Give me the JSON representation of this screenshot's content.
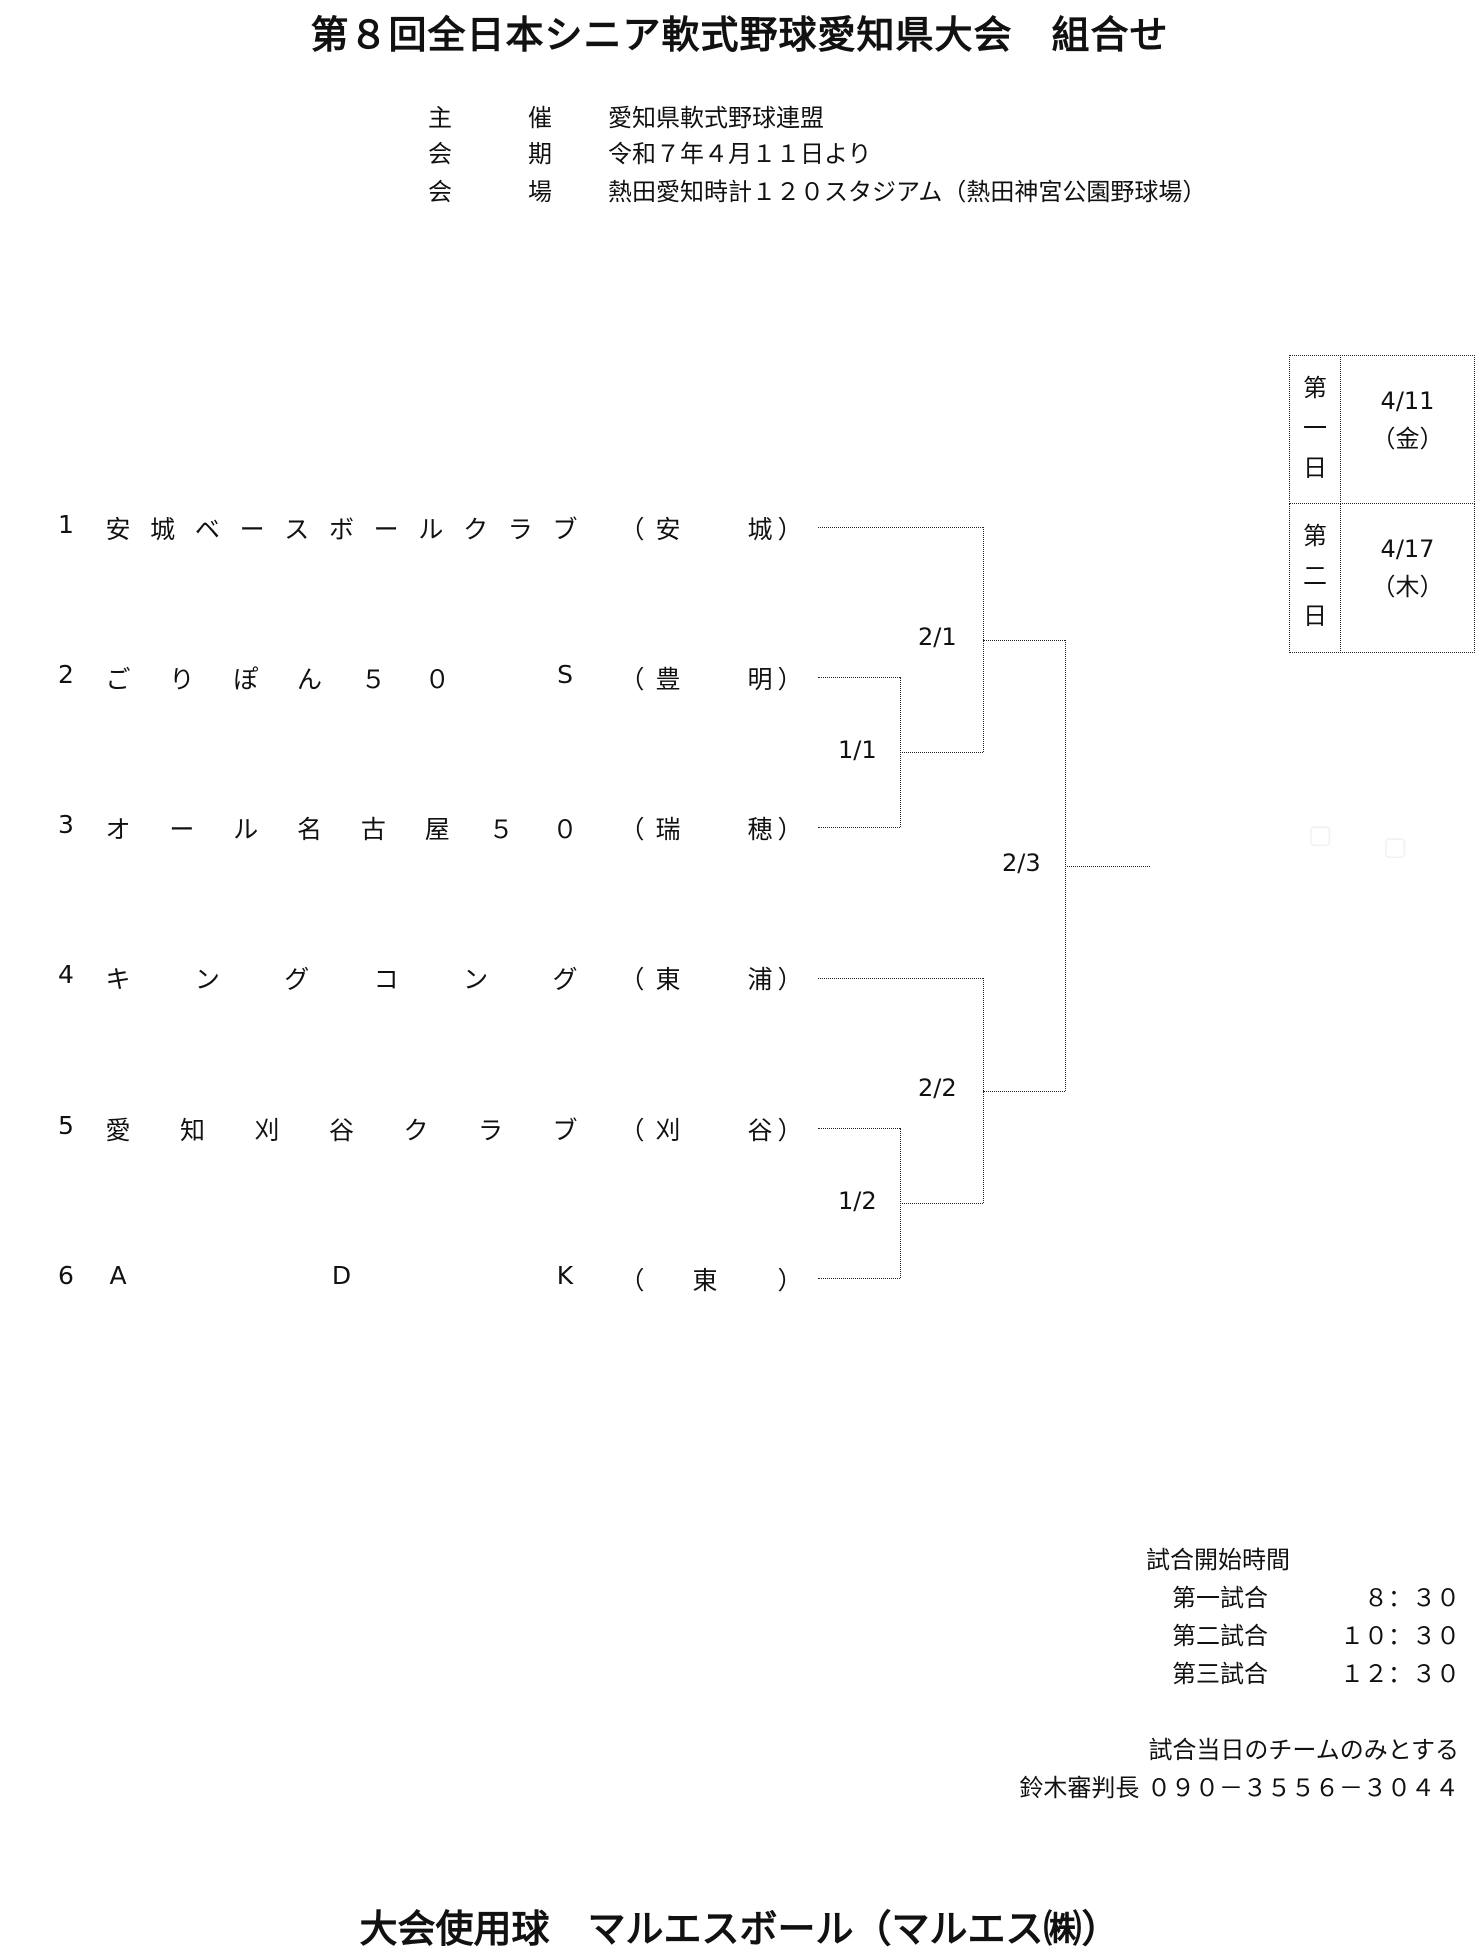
{
  "title": "第８回全日本シニア軟式野球愛知県大会　組合せ",
  "info": [
    {
      "k1": "主",
      "k2": "催",
      "value": "愛知県軟式野球連盟"
    },
    {
      "k1": "会",
      "k2": "期",
      "value": "令和７年４月１１日より"
    },
    {
      "k1": "会",
      "k2": "場",
      "value": "熱田愛知時計１２０スタジアム（熱田神宮公園野球場）"
    }
  ],
  "teams": [
    {
      "seed": "1",
      "name": [
        "安",
        "城",
        "ベ",
        "ー",
        "ス",
        "ボ",
        "ー",
        "ル",
        "ク",
        "ラ",
        "ブ"
      ],
      "area": [
        "（",
        "安",
        "",
        "城",
        "）"
      ]
    },
    {
      "seed": "2",
      "name": [
        "ご",
        "",
        "り",
        "",
        "ぽ",
        "",
        "ん",
        "",
        "５",
        "",
        "０",
        "",
        "",
        "",
        "S"
      ],
      "area": [
        "（",
        "豊",
        "",
        "明",
        "）"
      ]
    },
    {
      "seed": "3",
      "name": [
        "オ",
        "",
        "ー",
        "",
        "ル",
        "",
        "名",
        "",
        "古",
        "",
        "屋",
        "",
        "５",
        "",
        "０"
      ],
      "area": [
        "（",
        "瑞",
        "",
        "穂",
        "）"
      ]
    },
    {
      "seed": "4",
      "name": [
        "キ",
        "",
        "",
        "ン",
        "",
        "",
        "グ",
        "",
        "",
        "コ",
        "",
        "",
        "ン",
        "",
        "",
        "グ"
      ],
      "area": [
        "（",
        "東",
        "",
        "浦",
        "）"
      ]
    },
    {
      "seed": "5",
      "name": [
        "愛",
        "",
        "知",
        "",
        "刈",
        "",
        "谷",
        "",
        "ク",
        "",
        "ラ",
        "",
        "ブ"
      ],
      "area": [
        "（",
        "刈",
        "",
        "谷",
        "）"
      ]
    },
    {
      "seed": "6",
      "name": [
        "A",
        "",
        "",
        "",
        "",
        "D",
        "",
        "",
        "",
        "",
        "K"
      ],
      "area": [
        "（",
        "",
        "東",
        "",
        "）"
      ]
    }
  ],
  "matches": {
    "m1": "1/1",
    "m2": "1/2",
    "m3": "2/1",
    "m4": "2/2",
    "m5": "2/3"
  },
  "schedule": [
    {
      "day": [
        "第",
        "一",
        "日"
      ],
      "date": "4/11",
      "weekday": "（金）"
    },
    {
      "day": [
        "第",
        "二",
        "日"
      ],
      "date": "4/17",
      "weekday": "（木）"
    }
  ],
  "game_times": {
    "heading": "試合開始時間",
    "rows": [
      {
        "label": "第一試合",
        "time": "８：３０"
      },
      {
        "label": "第二試合",
        "time": "１０：３０"
      },
      {
        "label": "第三試合",
        "time": "１２：３０"
      }
    ]
  },
  "notes": {
    "line1": "試合当日のチームのみとする",
    "line2": "鈴木審判長 ０９０－３５５６－３０４４"
  },
  "footer": "大会使用球　マルエスボール（マルエス㈱）"
}
